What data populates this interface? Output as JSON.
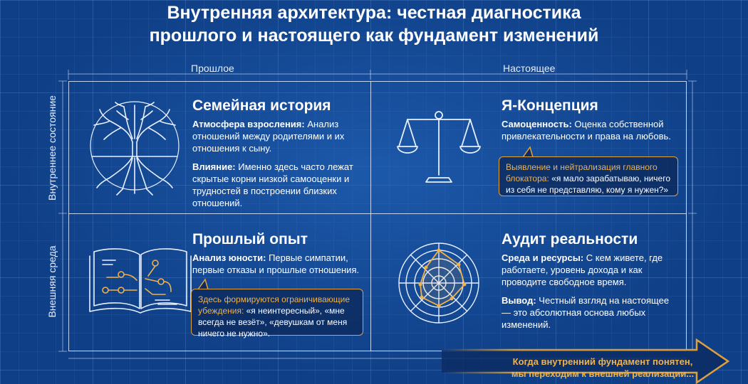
{
  "title": {
    "line1": "Внутренняя архитектура: честная диагностика",
    "line2": "прошлого и настоящего как фундамент изменений"
  },
  "columns": {
    "past": "Прошлое",
    "present": "Настоящее"
  },
  "rows": {
    "inner": "Внутреннее состояние",
    "outer": "Внешняя среда"
  },
  "quadrants": {
    "family": {
      "heading": "Семейная история",
      "p1_label": "Атмосфера взросления:",
      "p1_text": "Анализ отношений между родителями и их отношения к сыну.",
      "p2_label": "Влияние:",
      "p2_text": "Именно здесь часто лежат скрытые корни низкой самооценки и трудностей в построении близких отношений.",
      "icon": "tree-icon"
    },
    "self": {
      "heading": "Я-Концепция",
      "p1_label": "Самоценность:",
      "p1_text": "Оценка собственной привлекательности и права на любовь.",
      "callout_highlight": "Выявление и нейтрализация главного блокатора:",
      "callout_text": "«я мало зарабатываю, ничего из себя не представляю, кому я нужен?»",
      "icon": "scales-icon"
    },
    "experience": {
      "heading": "Прошлый опыт",
      "p1_label": "Анализ юности:",
      "p1_text": "Первые симпатии, первые отказы и прошлые отношения.",
      "callout_highlight": "Здесь формируются ограничивающие убеждения:",
      "callout_text": "«я неинтересный», «мне всегда не везёт», «девушкам от меня ничего не нужно».",
      "icon": "book-icon"
    },
    "audit": {
      "heading": "Аудит реальности",
      "p1_label": "Среда и ресурсы:",
      "p1_text": "С кем живете, где работаете, уровень дохода и как проводите свободное время.",
      "p2_label": "Вывод:",
      "p2_text": "Честный взгляд на настоящее — это абсолютная основа любых изменений.",
      "icon": "radar-icon"
    }
  },
  "footer_arrow": {
    "line1": "Когда внутренний фундамент понятен,",
    "line2": "мы переходим к внешней реализации..."
  },
  "colors": {
    "background": "#0f3f86",
    "accent": "#e0a13c",
    "text": "#ffffff"
  }
}
